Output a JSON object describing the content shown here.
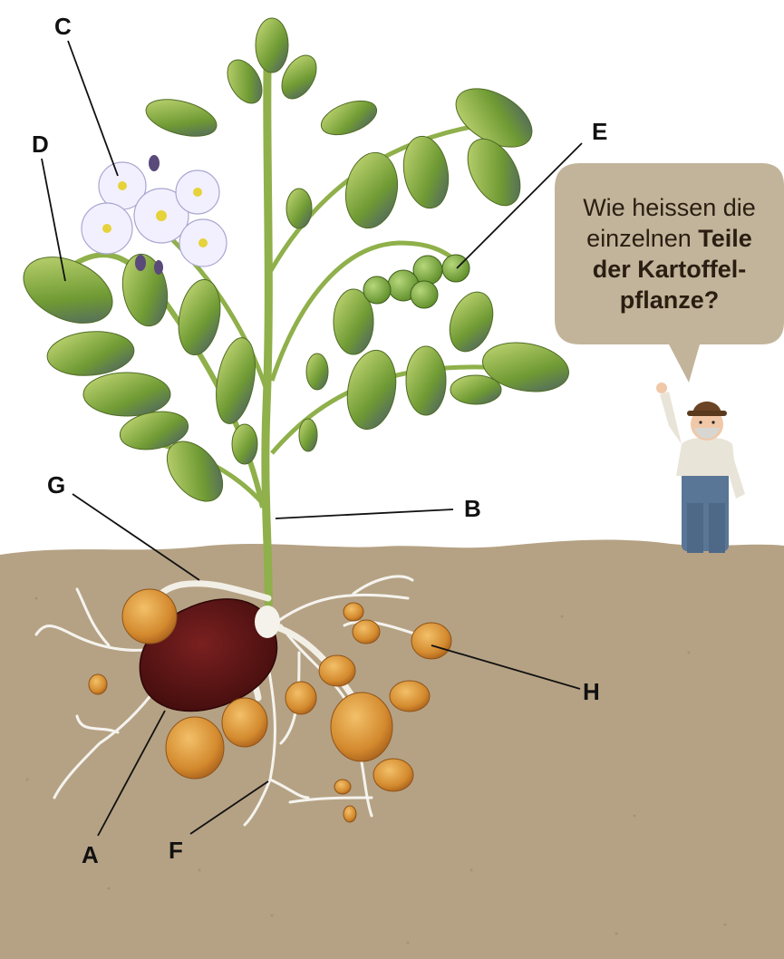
{
  "labels": {
    "a": "A",
    "b": "B",
    "c": "C",
    "d": "D",
    "e": "E",
    "f": "F",
    "g": "G",
    "h": "H"
  },
  "speech_bubble": {
    "line1": "Wie heissen die",
    "line2_normal": "einzelnen ",
    "line2_bold": "Teile",
    "line3": "der Kartoffel-",
    "line4": "pflanze?"
  },
  "colors": {
    "soil": "#b5a284",
    "bubble": "#c2b49a",
    "mother_tuber": "#5c1414",
    "tuber": "#d48a2e",
    "leaf": "#7da63a",
    "flower": "#f2f0ff",
    "berry": "#7bab3a"
  }
}
